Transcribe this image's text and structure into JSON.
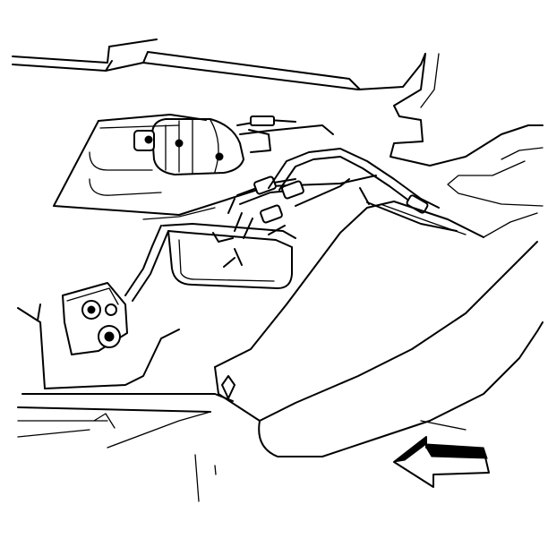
{
  "diagram": {
    "colors": {
      "ink": "#000000",
      "paper": "#ffffff"
    },
    "components": [
      {
        "id": "fuel-filter",
        "icon": "cylinder-filter-icon"
      },
      {
        "id": "evap-canister",
        "icon": "box-canister-icon"
      },
      {
        "id": "mounting-bracket",
        "icon": "bracket-icon"
      },
      {
        "id": "fuel-tank",
        "icon": "tank-icon"
      },
      {
        "id": "fuel-lines",
        "icon": "tube-lines-icon"
      },
      {
        "id": "direction-arrow",
        "icon": "arrow-left-icon"
      }
    ]
  }
}
